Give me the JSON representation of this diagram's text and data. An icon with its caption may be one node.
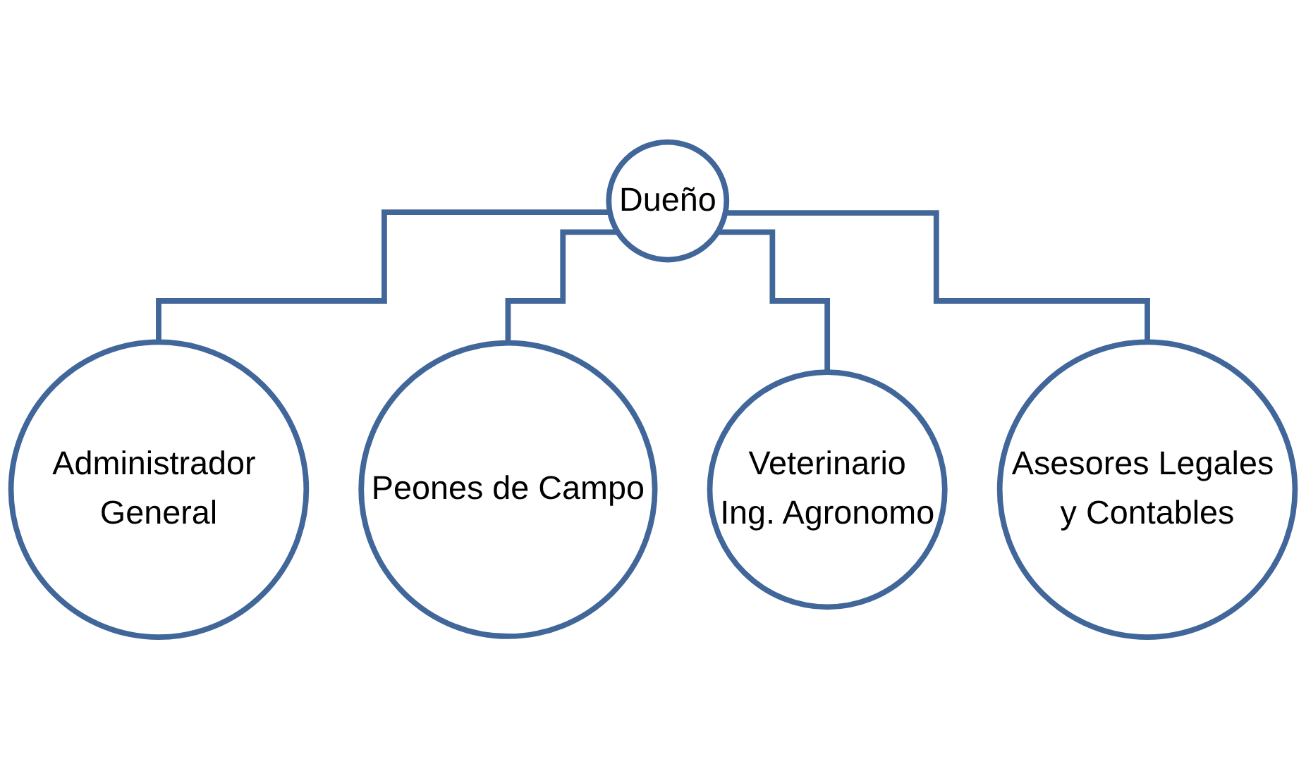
{
  "diagram": {
    "nodes": [
      {
        "text": [
          "Dueño"
        ]
      },
      {
        "text": [
          "Administrador General"
        ]
      },
      {
        "text": [
          "Peones de Campo"
        ]
      },
      {
        "text": [
          "Veterinario",
          "Ing. Agronomo"
        ]
      },
      {
        "text": [
          "Asesores Legales y Contables"
        ]
      }
    ],
    "edges": [
      {
        "from": 0,
        "to": 1,
        "arrow": "none"
      },
      {
        "from": 0,
        "to": 2,
        "arrow": "none"
      },
      {
        "from": 0,
        "to": 3,
        "arrow": "none"
      },
      {
        "from": 0,
        "to": 4,
        "arrow": "none"
      }
    ]
  }
}
